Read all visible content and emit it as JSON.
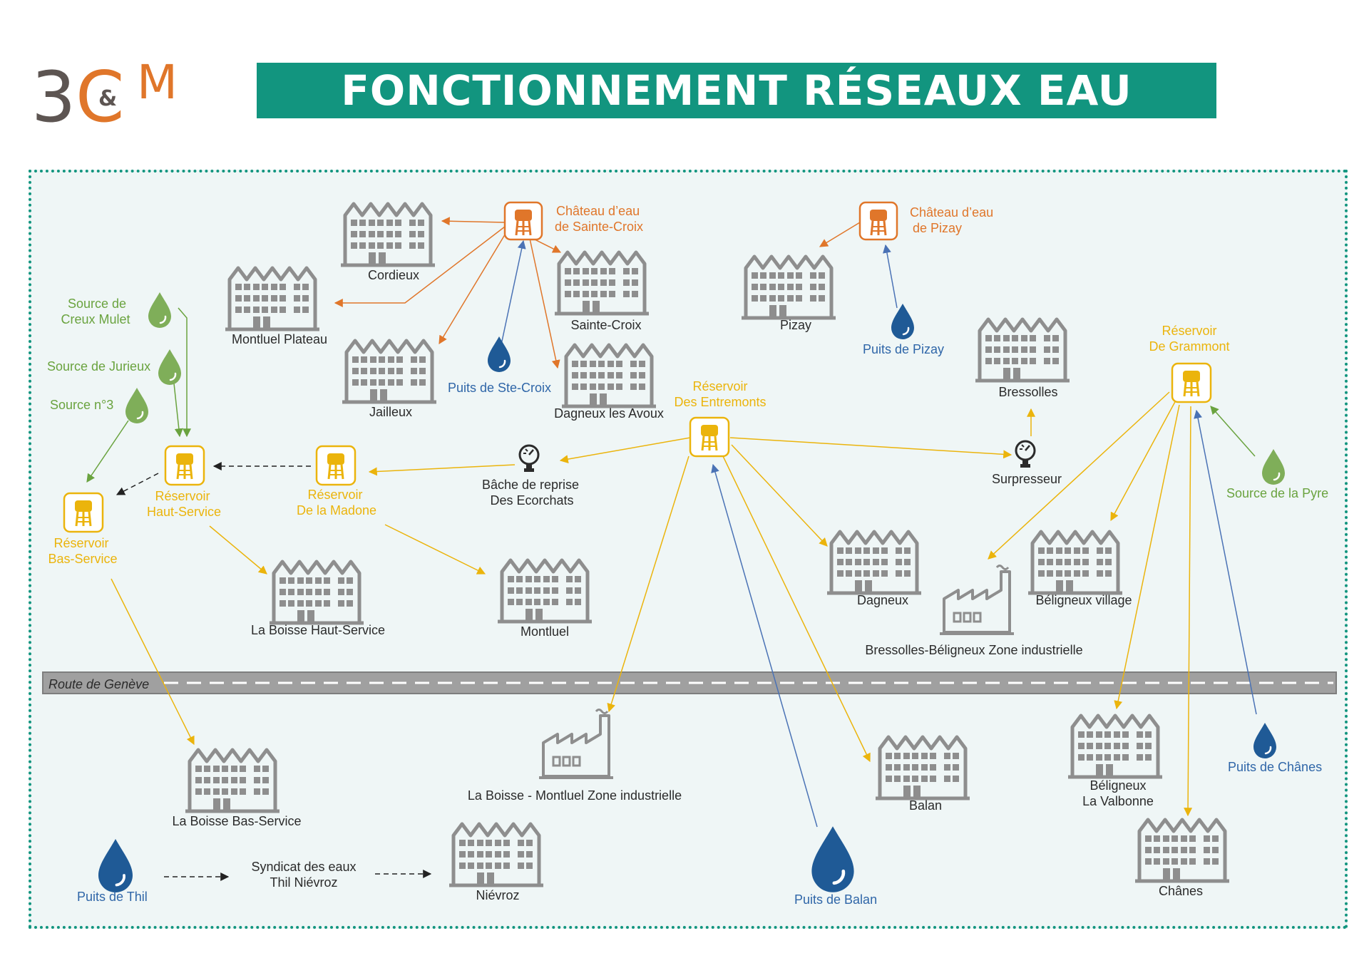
{
  "header": {
    "logo_digit": "3",
    "logo_c": "C",
    "logo_amp": "&",
    "logo_m": "M",
    "title": "FONCTIONNEMENT RÉSEAUX EAU POTABLE"
  },
  "colors": {
    "brand_teal": "#12957f",
    "chateau_orange": "#e0762a",
    "reservoir_yellow": "#ebb40c",
    "well_blue": "#2f66a8",
    "source_green": "#6aa33f",
    "building_gray": "#8e8e8e",
    "road_gray": "#a0a0a0"
  },
  "road": {
    "label": "Route de Genève"
  },
  "chateaux": {
    "sainte_croix": [
      "Château d’eau",
      "de Sainte-Croix"
    ],
    "pizay": [
      "Château d’eau",
      "de Pizay"
    ]
  },
  "reservoirs": {
    "entremonts": [
      "Réservoir",
      "Des Entremonts"
    ],
    "grammont": [
      "Réservoir",
      "De Grammont"
    ],
    "madone": [
      "Réservoir",
      "De la Madone"
    ],
    "haut_service": [
      "Réservoir",
      "Haut-Service"
    ],
    "bas_service": [
      "Réservoir",
      "Bas-Service"
    ]
  },
  "sources": {
    "creux_mulet": [
      "Source de",
      "Creux Mulet"
    ],
    "jurieux": "Source de Jurieux",
    "n3": "Source n°3",
    "pyre": "Source de la Pyre"
  },
  "wells": {
    "ste_croix": "Puits de Ste-Croix",
    "pizay": "Puits de Pizay",
    "balan": "Puits de Balan",
    "chanes": "Puits de Chânes",
    "thil": "Puits de Thil"
  },
  "stations": {
    "bache": [
      "Bâche de reprise",
      "Des Ecorchats"
    ],
    "surpresseur": "Surpresseur"
  },
  "towns": {
    "cordieux": "Cordieux",
    "montluel_plateau": "Montluel Plateau",
    "jailleux": "Jailleux",
    "sainte_croix": "Sainte-Croix",
    "dagneux_avoux": "Dagneux les Avoux",
    "pizay": "Pizay",
    "bressolles": "Bressolles",
    "dagneux": "Dagneux",
    "beligneux_village": "Béligneux village",
    "boisse_haut": "La Boisse Haut-Service",
    "montluel": "Montluel",
    "boisse_bas": "La Boisse Bas-Service",
    "nievroz": "Niévroz",
    "balan": "Balan",
    "beligneux_valbonne": [
      "Béligneux",
      "La Valbonne"
    ],
    "chanes": "Chânes"
  },
  "zones": {
    "bressolles_zi": "Bressolles-Béligneux Zone industrielle",
    "boisse_zi": "La Boisse - Montluel Zone industrielle"
  },
  "syndicat": [
    "Syndicat des eaux",
    "Thil Niévroz"
  ]
}
